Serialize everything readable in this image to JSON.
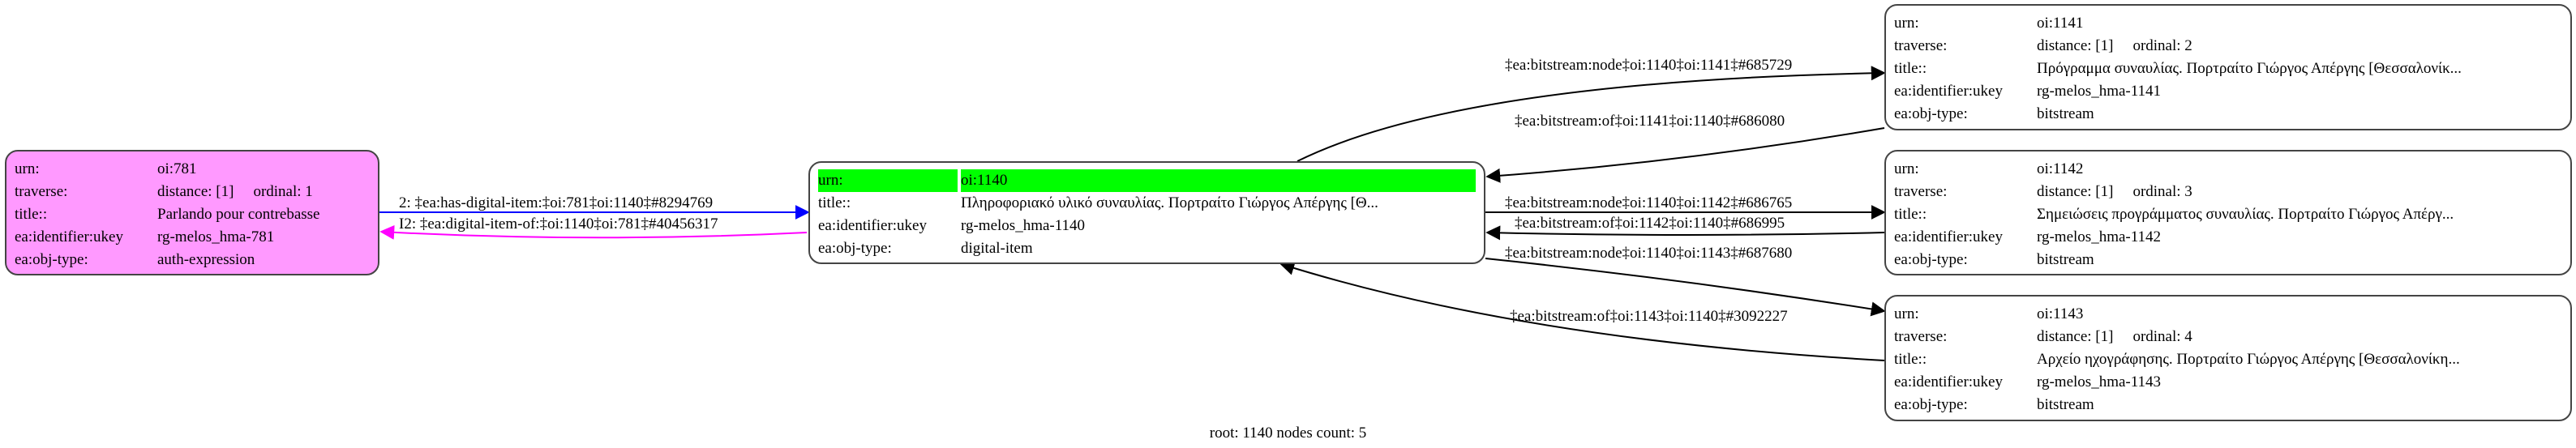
{
  "nodes": {
    "n781": {
      "urn_label": "urn:",
      "urn": "oi:781",
      "traverse_label": "traverse:",
      "distance": "distance: [1]",
      "ordinal": "ordinal: 1",
      "title_label": "title::",
      "title": "Parlando pour contrebasse",
      "ukey_label": "ea:identifier:ukey",
      "ukey": "rg-melos_hma-781",
      "type_label": "ea:obj-type:",
      "type": "auth-expression",
      "color": "#ff99ff"
    },
    "n1140": {
      "urn_label": "urn:",
      "urn": "oi:1140",
      "title_label": "title::",
      "title": "Πληροφοριακό υλικό συναυλίας. Πορτραίτο Γιώργος Απέργης [Θ...",
      "ukey_label": "ea:identifier:ukey",
      "ukey": "rg-melos_hma-1140",
      "type_label": "ea:obj-type:",
      "type": "digital-item",
      "highlight_color": "#00ff00"
    },
    "n1141": {
      "urn_label": "urn:",
      "urn": "oi:1141",
      "traverse_label": "traverse:",
      "distance": "distance: [1]",
      "ordinal": "ordinal: 2",
      "title_label": "title::",
      "title": "Πρόγραμμα συναυλίας. Πορτραίτο Γιώργος Απέργης [Θεσσαλονίκ...",
      "ukey_label": "ea:identifier:ukey",
      "ukey": "rg-melos_hma-1141",
      "type_label": "ea:obj-type:",
      "type": "bitstream"
    },
    "n1142": {
      "urn_label": "urn:",
      "urn": "oi:1142",
      "traverse_label": "traverse:",
      "distance": "distance: [1]",
      "ordinal": "ordinal: 3",
      "title_label": "title::",
      "title": "Σημειώσεις προγράμματος συναυλίας. Πορτραίτο Γιώργος Απέργ...",
      "ukey_label": "ea:identifier:ukey",
      "ukey": "rg-melos_hma-1142",
      "type_label": "ea:obj-type:",
      "type": "bitstream"
    },
    "n1143": {
      "urn_label": "urn:",
      "urn": "oi:1143",
      "traverse_label": "traverse:",
      "distance": "distance: [1]",
      "ordinal": "ordinal: 4",
      "title_label": "title::",
      "title": "Αρχείο ηχογράφησης. Πορτραίτο Γιώργος Απέργης [Θεσσαλονίκη...",
      "ukey_label": "ea:identifier:ukey",
      "ukey": "rg-melos_hma-1143",
      "type_label": "ea:obj-type:",
      "type": "bitstream"
    }
  },
  "edges": {
    "has_digital_item": {
      "label": "2: ‡ea:has-digital-item:‡oi:781‡oi:1140‡#8294769",
      "color": "#0000ff"
    },
    "digital_item_of": {
      "label": "I2: ‡ea:digital-item-of:‡oi:1140‡oi:781‡#40456317",
      "color": "#ff00ff"
    },
    "node_1141": {
      "label": "‡ea:bitstream:node‡oi:1140‡oi:1141‡#685729"
    },
    "of_1141": {
      "label": "‡ea:bitstream:of‡oi:1141‡oi:1140‡#686080"
    },
    "node_1142": {
      "label": "‡ea:bitstream:node‡oi:1140‡oi:1142‡#686765"
    },
    "of_1142": {
      "label": "‡ea:bitstream:of‡oi:1142‡oi:1140‡#686995"
    },
    "node_1143": {
      "label": "‡ea:bitstream:node‡oi:1140‡oi:1143‡#687680"
    },
    "of_1143": {
      "label": "‡ea:bitstream:of‡oi:1143‡oi:1140‡#3092227"
    }
  },
  "footer": "root: 1140 nodes count: 5"
}
